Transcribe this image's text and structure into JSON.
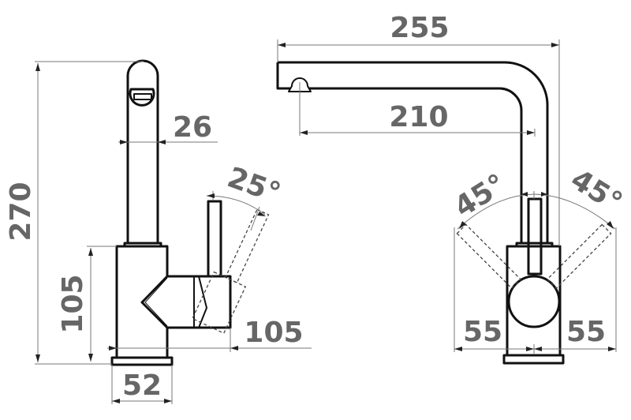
{
  "drawing": {
    "side_view": {
      "total_height": "270",
      "spout_diameter": "26",
      "handle_angle": "25°",
      "body_height": "105",
      "handle_reach": "105",
      "base_diameter": "52"
    },
    "front_view": {
      "spout_reach_total": "255",
      "spout_reach_outlet": "210",
      "handle_angle_left": "45°",
      "handle_angle_right": "45°",
      "handle_clearance_left": "55",
      "handle_clearance_right": "55"
    }
  },
  "colors": {
    "line": "#111111",
    "dimension_text": "#666666"
  }
}
